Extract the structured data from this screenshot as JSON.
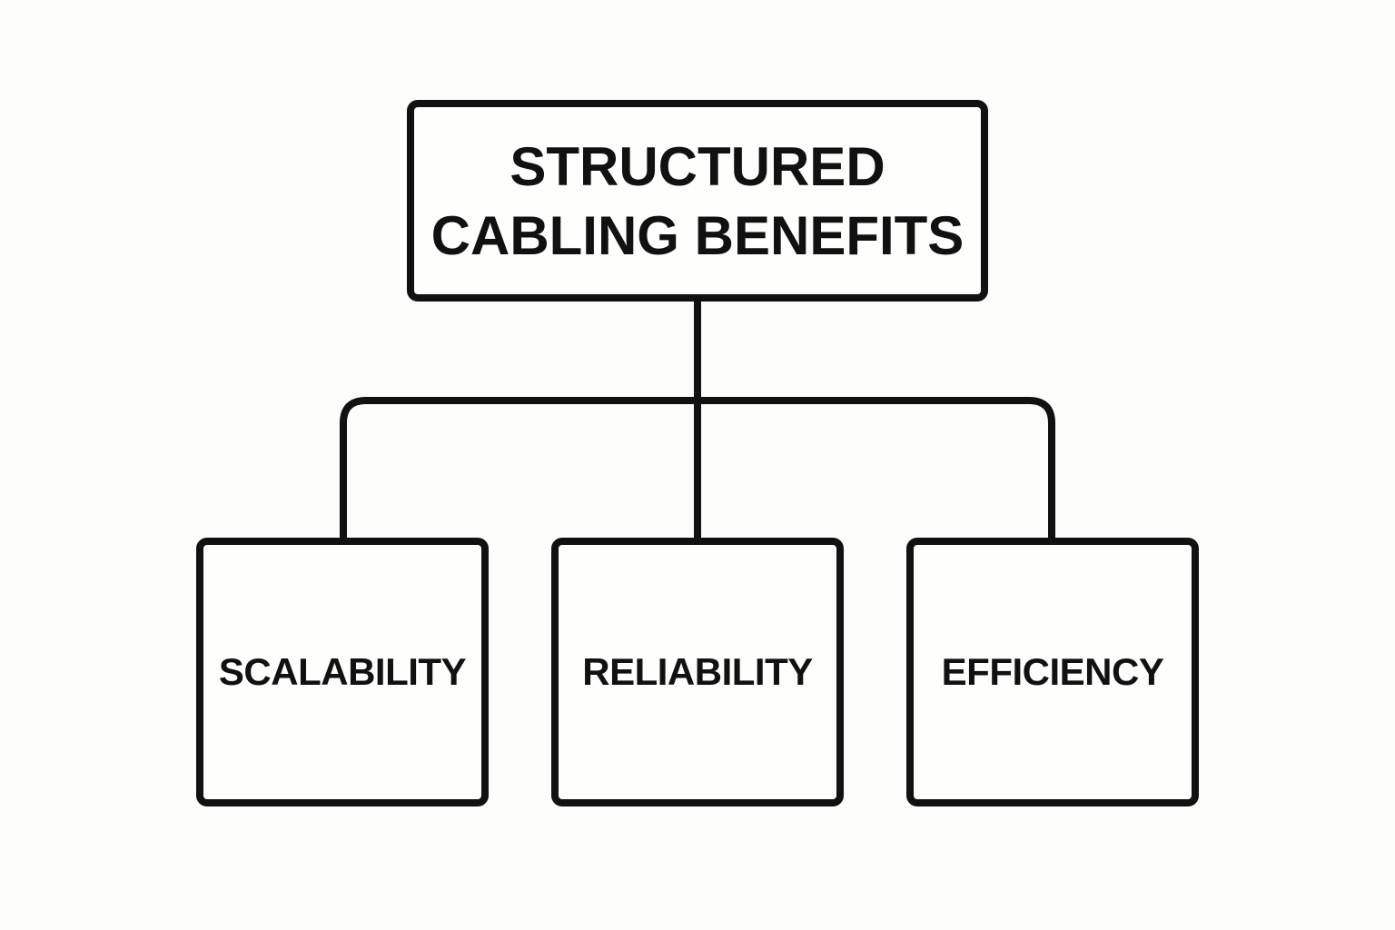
{
  "diagram": {
    "root": {
      "title_line_1": "STRUCTURED",
      "title_line_2": "CABLING BENEFITS"
    },
    "children": [
      {
        "label": "SCALABILITY"
      },
      {
        "label": "RELIABILITY"
      },
      {
        "label": "EFFICIENCY"
      }
    ]
  },
  "colors": {
    "background": "#fcfcfa",
    "stroke": "#111111",
    "text": "#111111"
  }
}
